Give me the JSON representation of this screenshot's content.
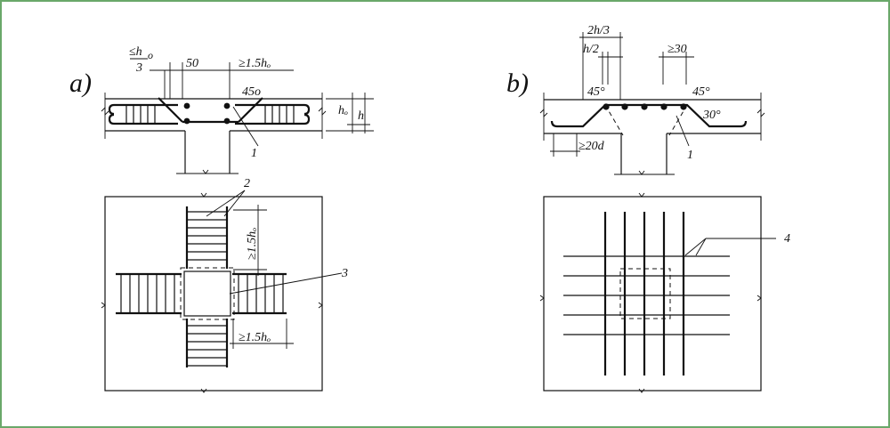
{
  "panel_a": {
    "letter": "a)",
    "dim_top_left_num": "≤h",
    "dim_top_left_sub": "o",
    "dim_top_left_den": "3",
    "dim_50": "50",
    "dim_top_right": "≥1.5hₒ",
    "angle": "45o",
    "dim_ho": "hₒ",
    "dim_h": "h",
    "callout_1": "1",
    "callout_2": "2",
    "callout_3": "3",
    "dim_plan_vertical": "≥1.5hₒ",
    "dim_plan_horizontal": "≥1.5hₒ"
  },
  "panel_b": {
    "letter": "b)",
    "dim_2h3": "2h/3",
    "dim_h2": "h/2",
    "dim_30": "≥30",
    "angle_left": "45°",
    "angle_right": "45°",
    "angle_30": "30°",
    "dim_20d": "≥20d",
    "callout_1": "1",
    "callout_4": "4"
  },
  "colors": {
    "frame": "#6aa86a",
    "ink": "#111111"
  }
}
